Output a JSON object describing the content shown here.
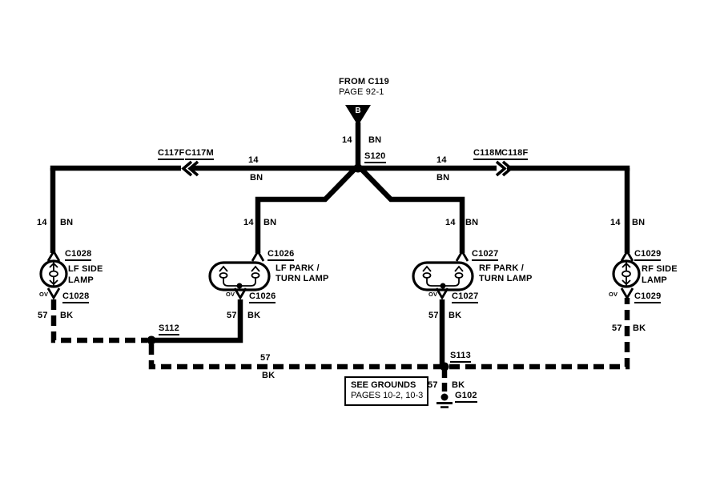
{
  "header": {
    "from_line1": "FROM C119",
    "from_line2": "PAGE 92-1",
    "connector_b": "B"
  },
  "wire_labels": {
    "gauge_14": "14",
    "color_bn": "BN",
    "gauge_57": "57",
    "color_bk": "BK"
  },
  "splices": {
    "s120": "S120",
    "s112": "S112",
    "s113": "S113"
  },
  "inline_connectors": {
    "c117f": "C117F",
    "c117m": "C117M",
    "c118m": "C118M",
    "c118f": "C118F"
  },
  "component_connectors": {
    "c1028": "C1028",
    "c1026": "C1026",
    "c1027": "C1027",
    "c1029": "C1029",
    "ov": "OV"
  },
  "lamps": {
    "lf_side": {
      "line1": "LF SIDE",
      "line2": "LAMP"
    },
    "lf_park_turn": {
      "line1": "LF PARK /",
      "line2": "TURN LAMP"
    },
    "rf_park_turn": {
      "line1": "RF PARK /",
      "line2": "TURN LAMP"
    },
    "rf_side": {
      "line1": "RF SIDE",
      "line2": "LAMP"
    }
  },
  "ground": {
    "g102": "G102",
    "note_line1": "SEE GROUNDS",
    "note_line2": "PAGES 10-2, 10-3"
  }
}
